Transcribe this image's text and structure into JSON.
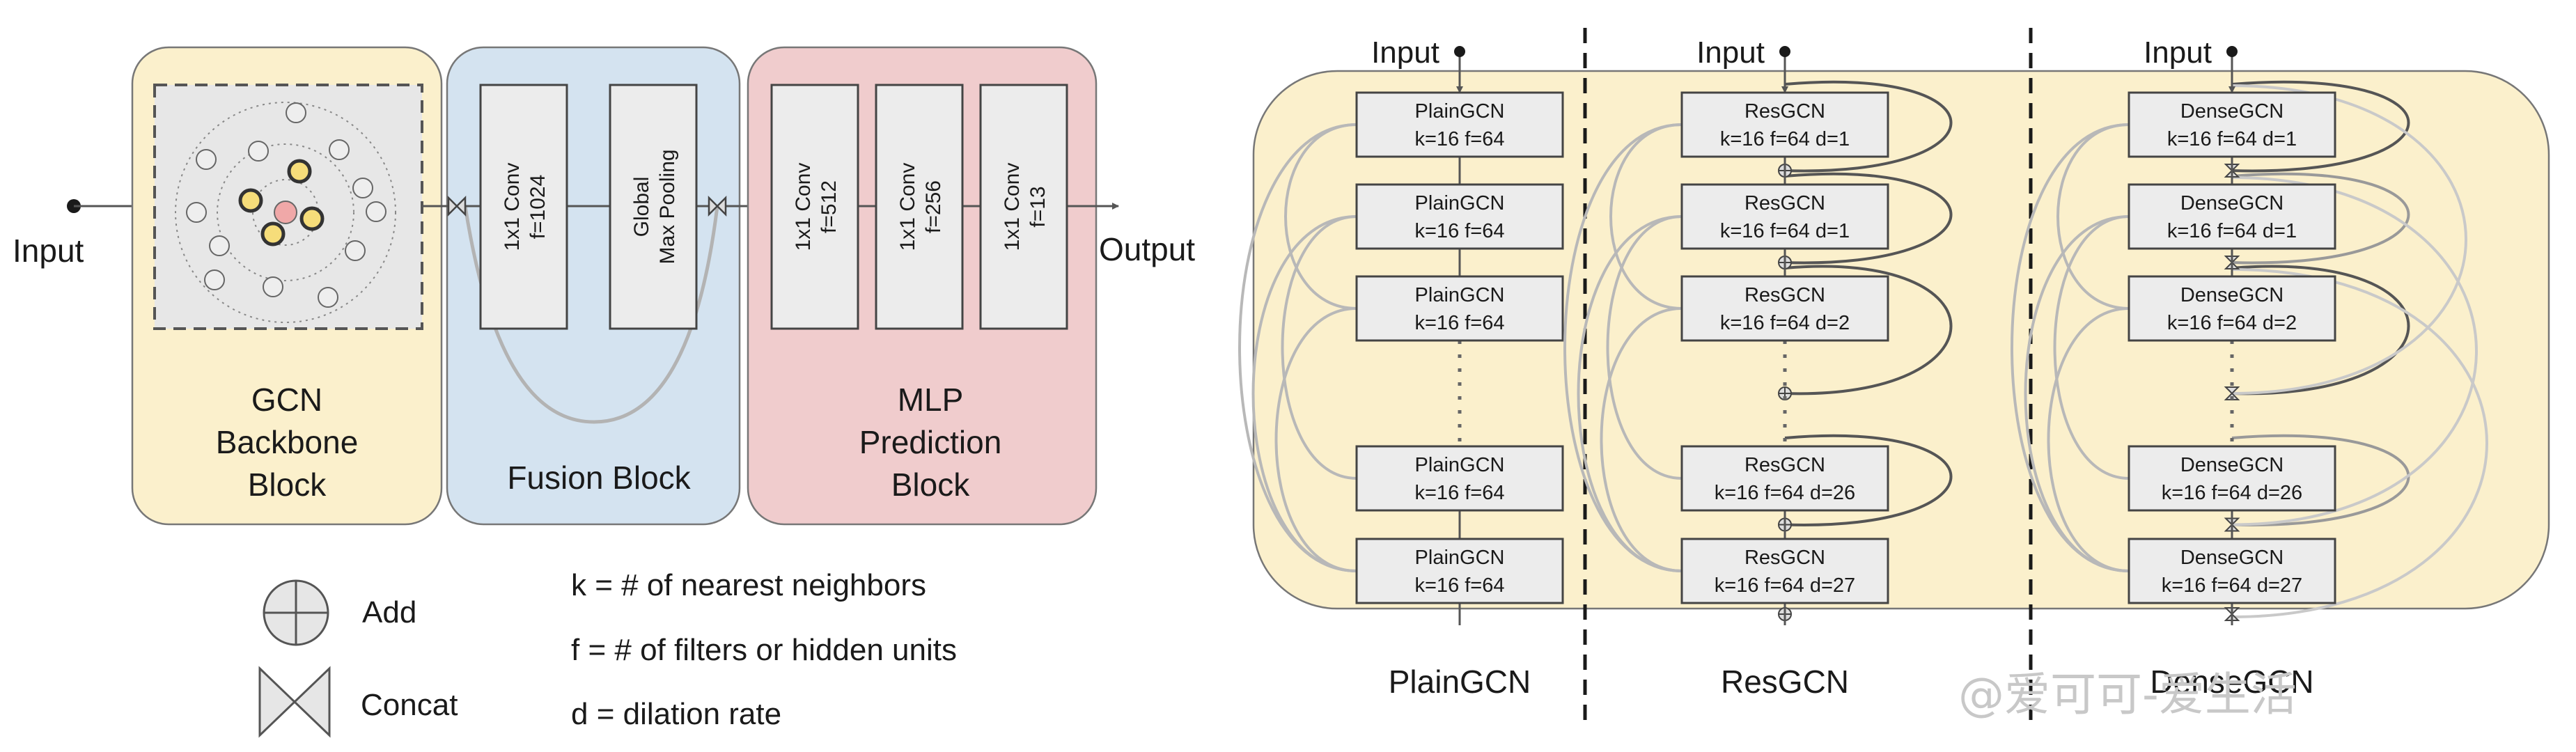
{
  "left_panel": {
    "input_label": "Input",
    "output_label": "Output",
    "backbone": {
      "title_lines": [
        "GCN",
        "Backbone",
        "Block"
      ],
      "color": "#fbf0cc"
    },
    "fusion": {
      "title": "Fusion Block",
      "color": "#d4e3f0",
      "layers": [
        {
          "lines": [
            "1x1 Conv",
            "f=1024"
          ]
        },
        {
          "lines": [
            "Global",
            "Max Pooling"
          ]
        }
      ]
    },
    "mlp": {
      "title_lines": [
        "MLP",
        "Prediction",
        "Block"
      ],
      "color": "#f0cccd",
      "layers": [
        {
          "lines": [
            "1x1 Conv",
            "f=512"
          ]
        },
        {
          "lines": [
            "1x1 Conv",
            "f=256"
          ]
        },
        {
          "lines": [
            "1x1 Conv",
            "f=13"
          ]
        }
      ]
    }
  },
  "legend": {
    "add_label": "Add",
    "concat_label": "Concat",
    "definitions": [
      "k = # of nearest neighbors",
      "f = # of filters or hidden units",
      "d = dilation rate"
    ]
  },
  "right_panel": {
    "background_color": "#fbf0cc",
    "columns": [
      {
        "input_label": "Input",
        "caption": "PlainGCN",
        "skip": "none",
        "blocks": [
          [
            "PlainGCN",
            "k=16 f=64"
          ],
          [
            "PlainGCN",
            "k=16 f=64"
          ],
          [
            "PlainGCN",
            "k=16 f=64"
          ],
          [
            "PlainGCN",
            "k=16 f=64"
          ],
          [
            "PlainGCN",
            "k=16 f=64"
          ]
        ]
      },
      {
        "input_label": "Input",
        "caption": "ResGCN",
        "skip": "add",
        "blocks": [
          [
            "ResGCN",
            "k=16 f=64 d=1"
          ],
          [
            "ResGCN",
            "k=16 f=64 d=1"
          ],
          [
            "ResGCN",
            "k=16 f=64 d=2"
          ],
          [
            "ResGCN",
            "k=16 f=64 d=26"
          ],
          [
            "ResGCN",
            "k=16 f=64 d=27"
          ]
        ]
      },
      {
        "input_label": "Input",
        "caption": "DenseGCN",
        "skip": "concat",
        "blocks": [
          [
            "DenseGCN",
            "k=16 f=64 d=1"
          ],
          [
            "DenseGCN",
            "k=16 f=64 d=1"
          ],
          [
            "DenseGCN",
            "k=16 f=64 d=2"
          ],
          [
            "DenseGCN",
            "k=16 f=64 d=26"
          ],
          [
            "DenseGCN",
            "k=16 f=64 d=27"
          ]
        ]
      }
    ]
  },
  "watermark": "@爱可可-爱生活"
}
